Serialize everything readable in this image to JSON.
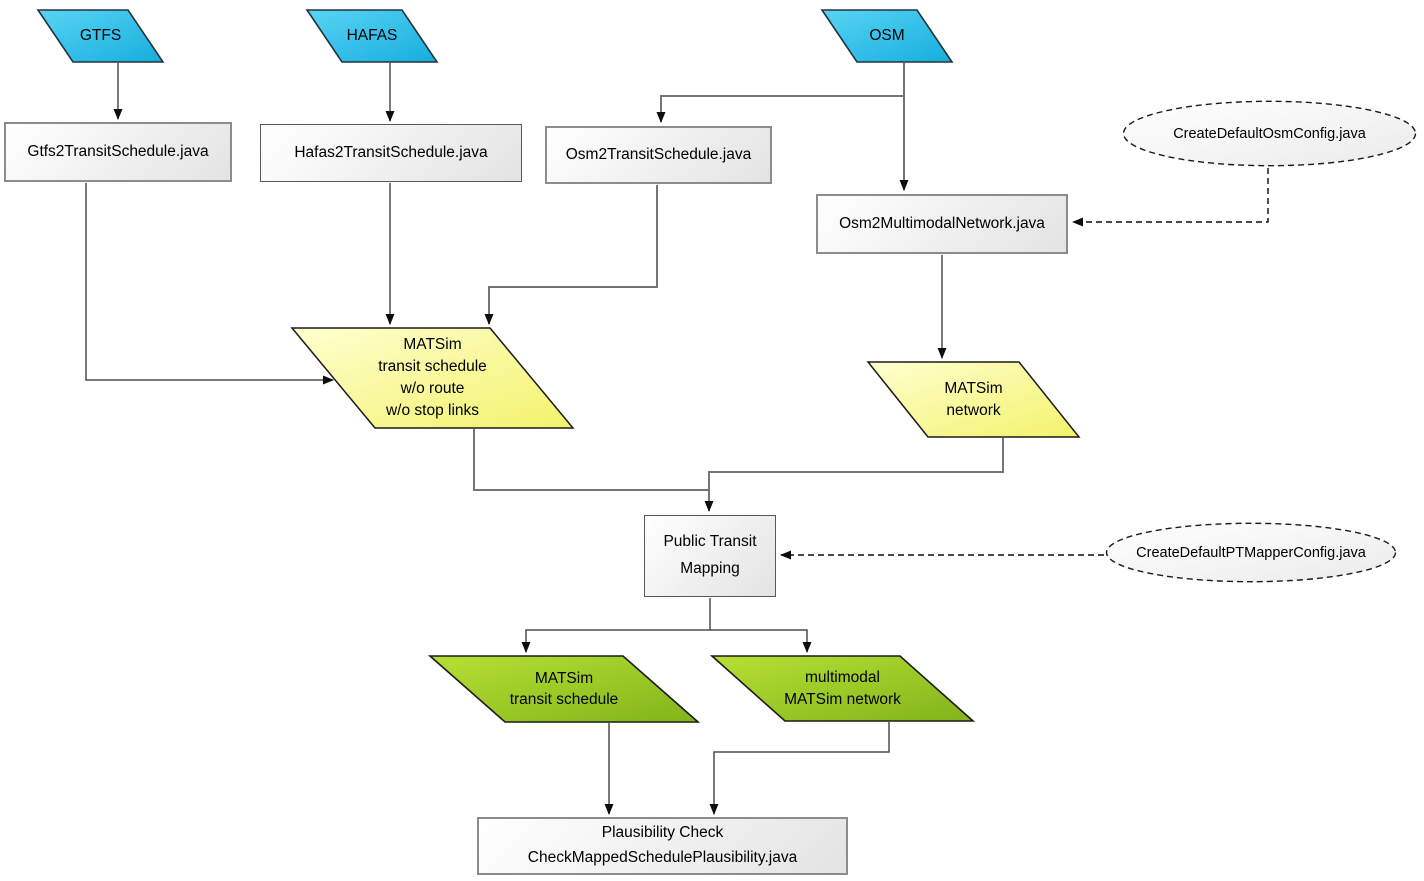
{
  "colors": {
    "input_blue_light": "#58d4f5",
    "input_blue_dark": "#16aedd",
    "box_light": "#ffffff",
    "box_dark": "#e3e3e3",
    "yellow_light": "#ffffd0",
    "yellow_dark": "#f2f26c",
    "green_light": "#b6e034",
    "green_dark": "#82b41a",
    "ellipse_light": "#ffffff",
    "ellipse_dark": "#ebebeb",
    "border_shape": "#22333a",
    "border_shape_dark": "#1a1a1a",
    "border_box_gray": "#8c8c8c",
    "border_box_dark": "#595959",
    "edge_dark": "#4d4d4d",
    "edge_gray": "#747474",
    "arrow_black": "#0d0d0d"
  },
  "nodes": {
    "gtfs": {
      "label": "GTFS"
    },
    "hafas": {
      "label": "HAFAS"
    },
    "osm": {
      "label": "OSM"
    },
    "gtfs2ts": {
      "label": "Gtfs2TransitSchedule.java"
    },
    "hafas2ts": {
      "label": "Hafas2TransitSchedule.java"
    },
    "osm2ts": {
      "label": "Osm2TransitSchedule.java"
    },
    "osm2mn": {
      "label": "Osm2MultimodalNetwork.java"
    },
    "osm_config": {
      "label": "CreateDefaultOsmConfig.java"
    },
    "schedule_unmapped": {
      "label": "MATSim\ntransit schedule\nw/o route\nw/o stop links"
    },
    "network": {
      "label": "MATSim\nnetwork"
    },
    "ptm": {
      "label": "Public Transit\nMapping"
    },
    "ptm_config": {
      "label": "CreateDefaultPTMapperConfig.java"
    },
    "schedule_mapped": {
      "label": "MATSim\ntransit schedule"
    },
    "multimodal_network": {
      "label": "multimodal\nMATSim network"
    },
    "plausibility": {
      "label": "Plausibility Check\nCheckMappedSchedulePlausibility.java"
    }
  }
}
